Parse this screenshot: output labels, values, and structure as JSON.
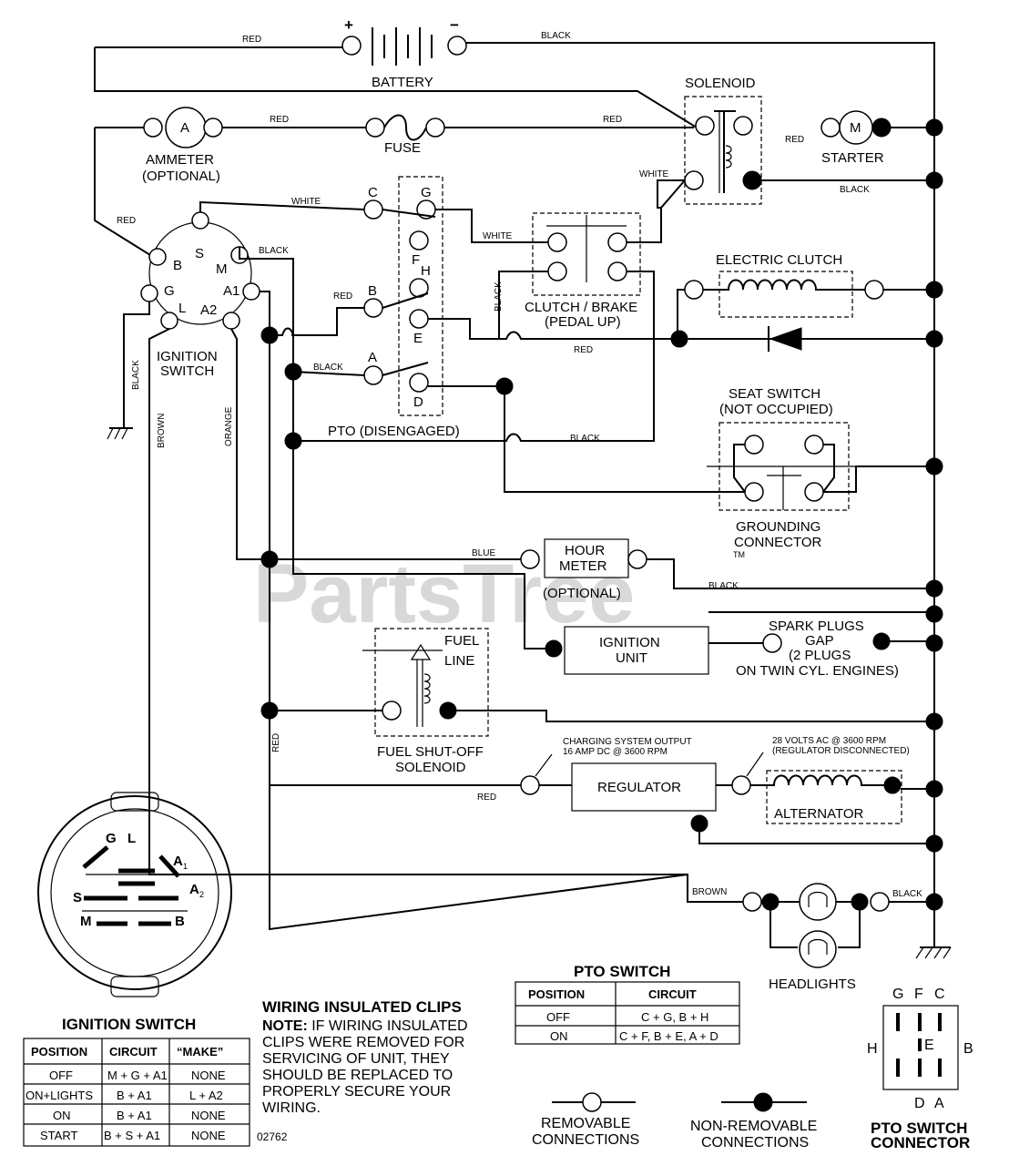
{
  "watermark": "PartsTree",
  "watermark_tm": "TM",
  "components": {
    "battery": "BATTERY",
    "battery_plus": "+",
    "battery_minus": "−",
    "ammeter": "AMMETER",
    "ammeter_optional": "(OPTIONAL)",
    "ammeter_symbol": "A",
    "fuse": "FUSE",
    "solenoid": "SOLENOID",
    "starter": "STARTER",
    "starter_symbol": "M",
    "electric_clutch": "ELECTRIC CLUTCH",
    "clutch_brake": "CLUTCH / BRAKE",
    "pedal_up": "(PEDAL UP)",
    "ignition_switch_1": "IGNITION",
    "ignition_switch_2": "SWITCH",
    "pto_disengaged": "PTO (DISENGAGED)",
    "seat_switch": "SEAT SWITCH",
    "not_occupied": "(NOT OCCUPIED)",
    "grounding_1": "GROUNDING",
    "grounding_2": "CONNECTOR",
    "hour_meter_1": "HOUR",
    "hour_meter_2": "METER",
    "hour_optional": "(OPTIONAL)",
    "ignition_unit_1": "IGNITION",
    "ignition_unit_2": "UNIT",
    "spark_1": "SPARK PLUGS",
    "spark_2": "GAP",
    "spark_3": "(2 PLUGS",
    "spark_4": "ON TWIN CYL. ENGINES)",
    "fuel_line_1": "FUEL",
    "fuel_line_2": "LINE",
    "fuel_sol_1": "FUEL SHUT-OFF",
    "fuel_sol_2": "SOLENOID",
    "charging_1": "CHARGING SYSTEM OUTPUT",
    "charging_2": "16 AMP DC @ 3600 RPM",
    "volts_1": "28 VOLTS AC @ 3600 RPM",
    "volts_2": "(REGULATOR DISCONNECTED)",
    "regulator": "REGULATOR",
    "alternator": "ALTERNATOR",
    "headlights": "HEADLIGHTS"
  },
  "terminals": {
    "ign": [
      "S",
      "B",
      "M",
      "G",
      "A1",
      "L",
      "A2"
    ],
    "pto": [
      "C",
      "G",
      "F",
      "H",
      "B",
      "E",
      "A",
      "D"
    ]
  },
  "wires": {
    "red": "RED",
    "black": "BLACK",
    "white": "WHITE",
    "blue": "BLUE",
    "brown": "BROWN",
    "orange": "ORANGE"
  },
  "connector_view": {
    "G": "G",
    "L": "L",
    "A1": "A",
    "A1_sub": "1",
    "A2": "A",
    "A2_sub": "2",
    "S": "S",
    "M": "M",
    "B": "B"
  },
  "ignition_table": {
    "title": "IGNITION SWITCH",
    "headers": [
      "POSITION",
      "CIRCUIT",
      "“MAKE”"
    ],
    "rows": [
      [
        "OFF",
        "M + G + A1",
        "NONE"
      ],
      [
        "ON+LIGHTS",
        "B + A1",
        "L + A2"
      ],
      [
        "ON",
        "B + A1",
        "NONE"
      ],
      [
        "START",
        "B + S + A1",
        "NONE"
      ]
    ]
  },
  "pto_table": {
    "title": "PTO SWITCH",
    "headers": [
      "POSITION",
      "CIRCUIT"
    ],
    "rows": [
      [
        "OFF",
        "C + G, B + H"
      ],
      [
        "ON",
        "C + F, B + E, A + D"
      ]
    ]
  },
  "clips_note": {
    "title": "WIRING INSULATED CLIPS",
    "prefix": "NOTE:",
    "line1": " IF WIRING INSULATED",
    "line2": "CLIPS WERE REMOVED FOR",
    "line3": "SERVICING OF UNIT, THEY",
    "line4": "SHOULD BE REPLACED TO",
    "line5": "PROPERLY SECURE YOUR",
    "line6": "WIRING."
  },
  "diagram_number": "02762",
  "legend": {
    "removable_1": "REMOVABLE",
    "removable_2": "CONNECTIONS",
    "nonremovable_1": "NON-REMOVABLE",
    "nonremovable_2": "CONNECTIONS"
  },
  "pto_connector": {
    "G": "G",
    "F": "F",
    "C": "C",
    "H": "H",
    "E": "E",
    "B": "B",
    "D": "D",
    "A": "A",
    "title_1": "PTO SWITCH",
    "title_2": "CONNECTOR"
  }
}
